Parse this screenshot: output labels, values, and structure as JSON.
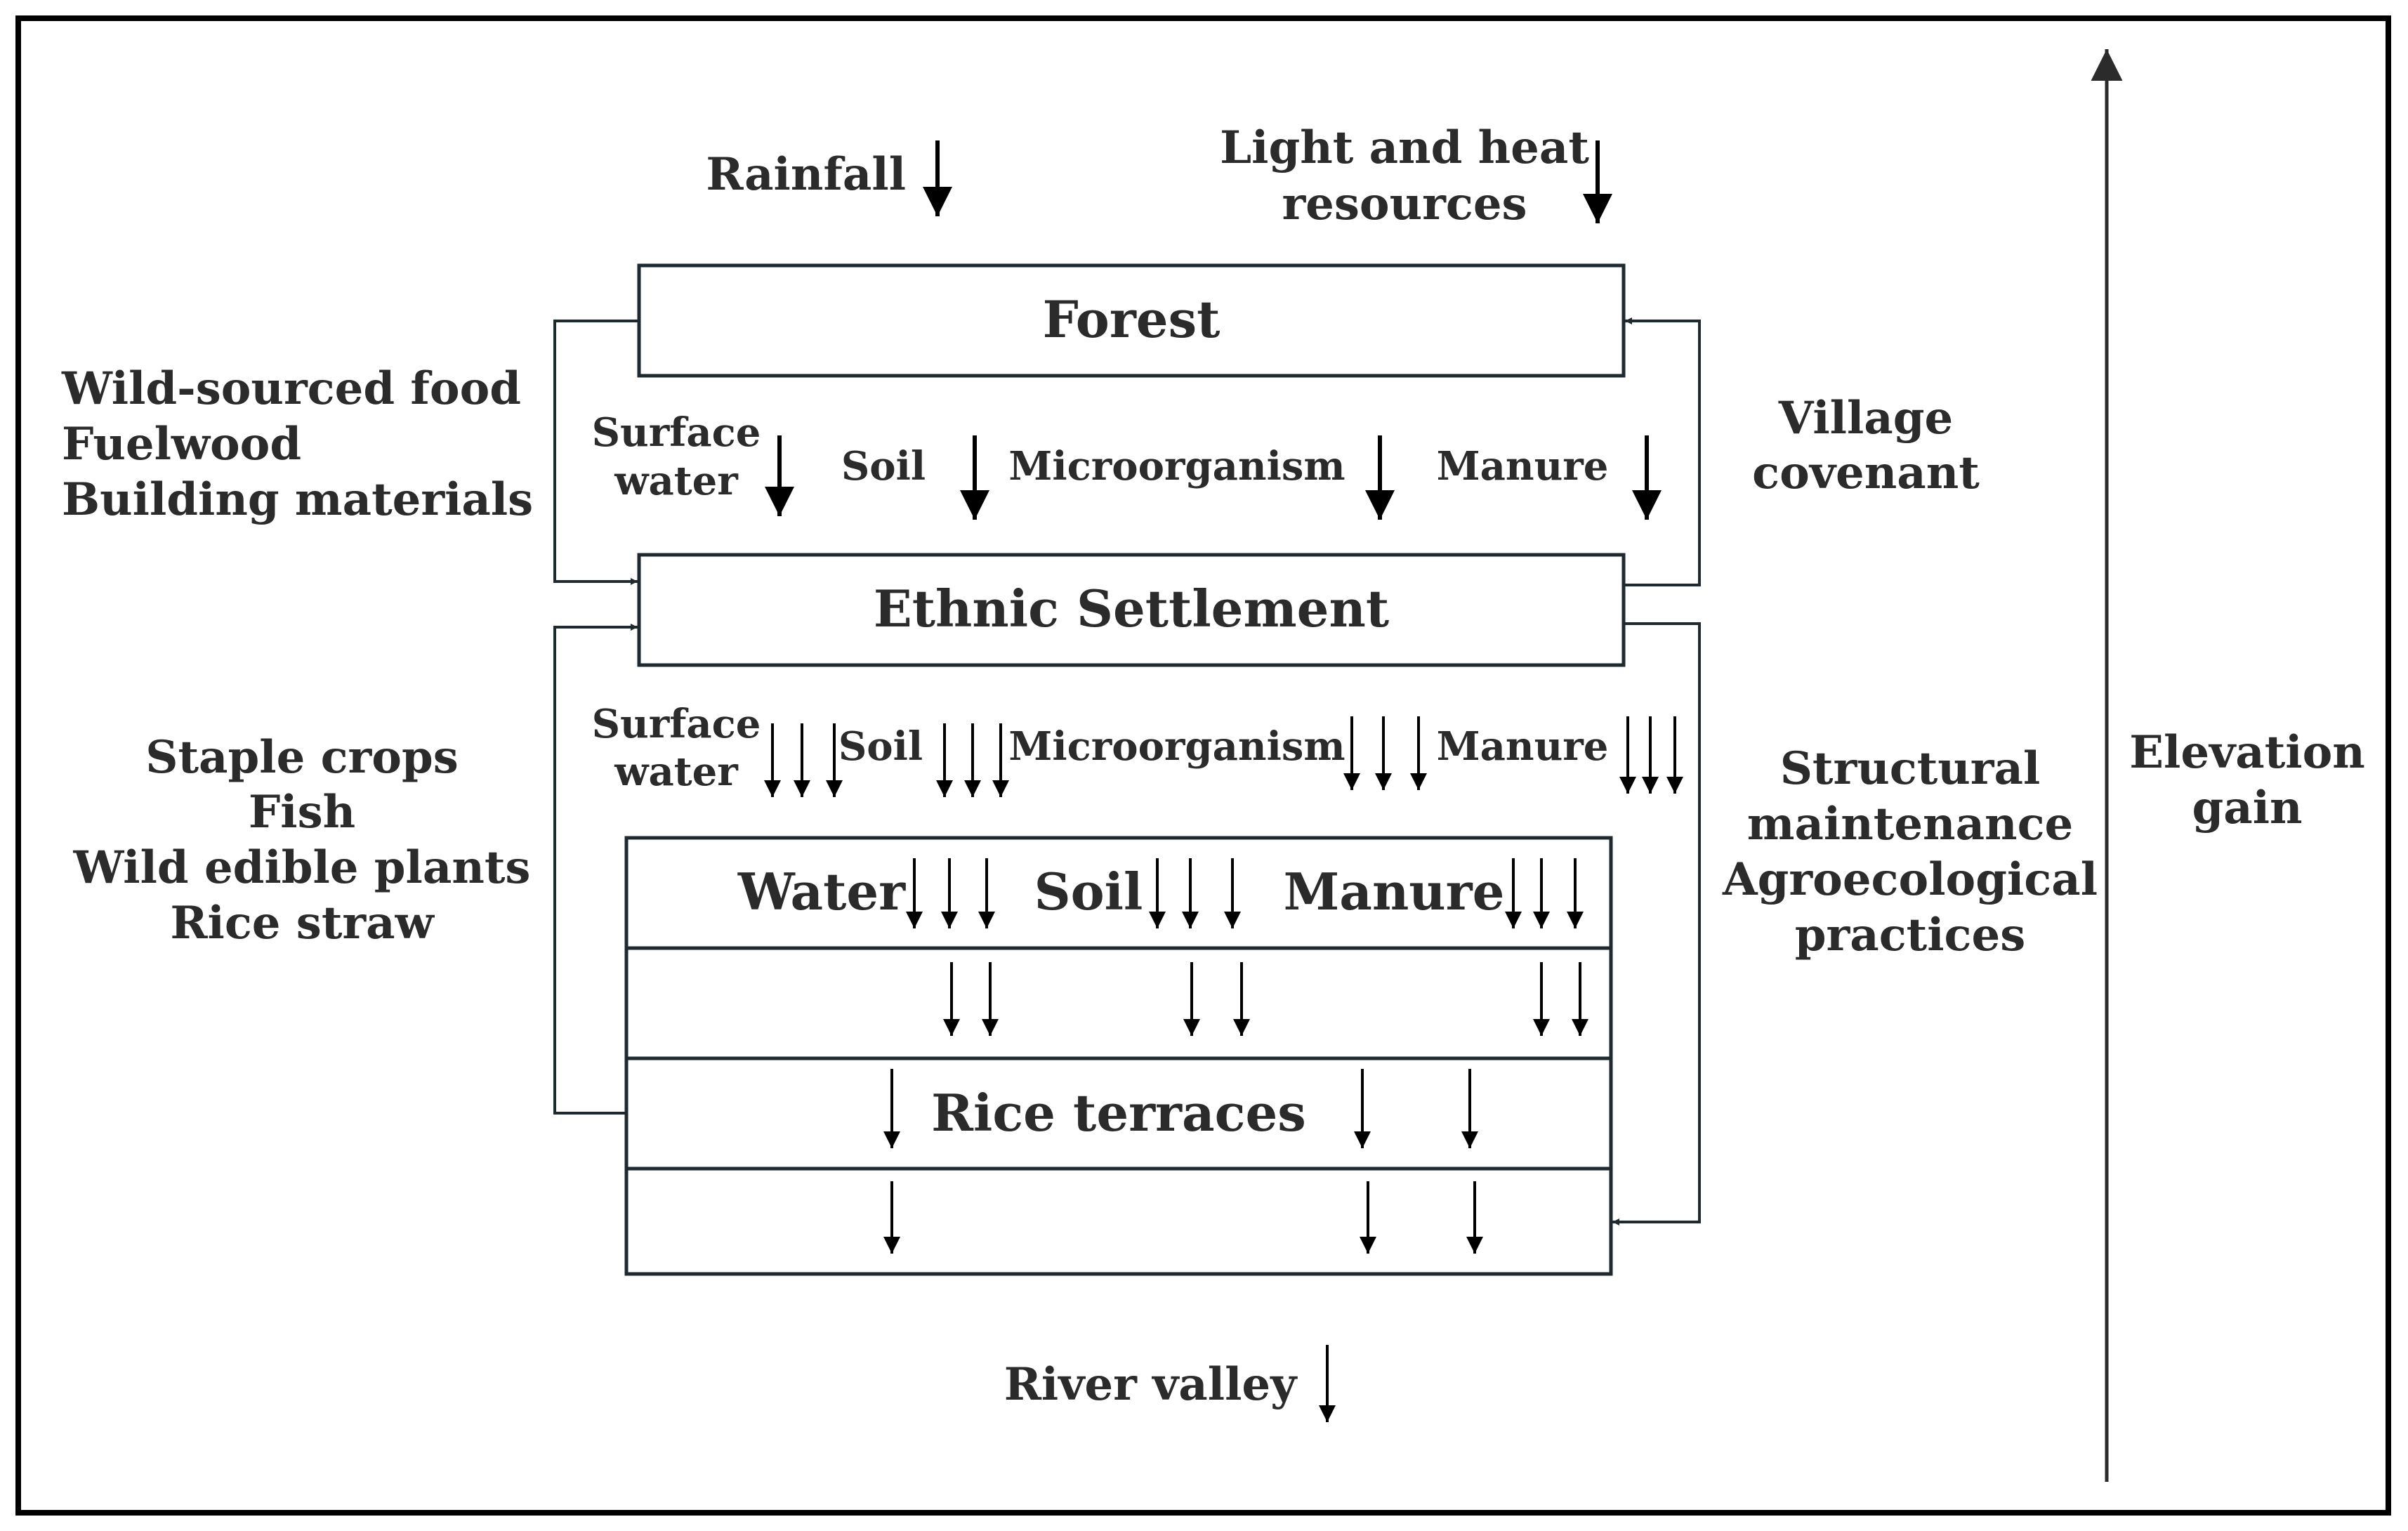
{
  "inputs": {
    "rainfall": "Rainfall",
    "light_heat_line1": "Light and heat",
    "light_heat_line2": "resources"
  },
  "boxes": {
    "forest": "Forest",
    "settlement": "Ethnic Settlement",
    "terrace_water": "Water",
    "terrace_soil": "Soil",
    "terrace_manure": "Manure",
    "rice_terraces": "Rice terraces"
  },
  "flows_upper": {
    "surface_water_line1": "Surface",
    "surface_water_line2": "water",
    "soil": "Soil",
    "microorganism": "Microorganism",
    "manure": "Manure"
  },
  "flows_lower": {
    "surface_water_line1": "Surface",
    "surface_water_line2": "water",
    "soil": "Soil",
    "microorganism": "Microorganism",
    "manure": "Manure"
  },
  "left_upper": [
    "Wild-sourced food",
    "Fuelwood",
    "Building materials"
  ],
  "left_lower": [
    "Staple crops",
    "Fish",
    "Wild edible plants",
    "Rice straw"
  ],
  "right_upper": [
    "Village",
    "covenant"
  ],
  "right_lower": [
    "Structural",
    "maintenance",
    "Agroecological",
    "practices"
  ],
  "elevation": [
    "Elevation",
    "gain"
  ],
  "river_valley": "River valley",
  "colors": {
    "frame": "#000000",
    "box_stroke": "#1e2a30",
    "text": "#2b2b2b"
  },
  "icons": {
    "arrowheads": "filled-triangle"
  }
}
